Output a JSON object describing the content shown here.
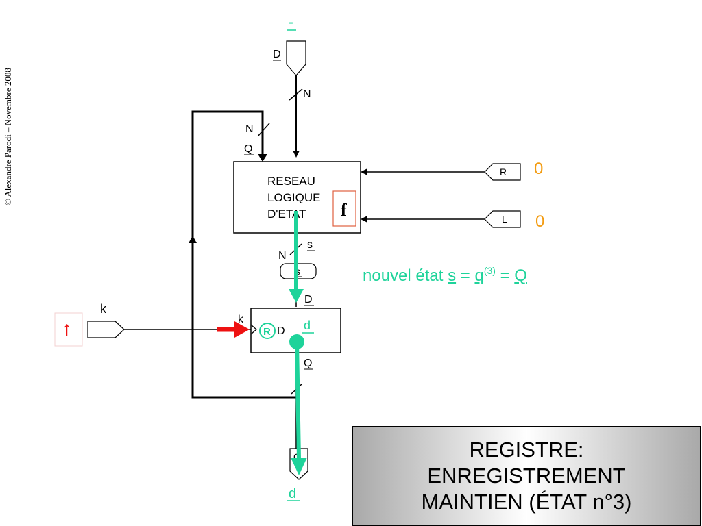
{
  "copyright": "© Alexandre Parodi – Novembre 2008",
  "inputs": {
    "top_bar_signal": "-",
    "d_bus_label": "D",
    "r_label": "R",
    "l_label": "L",
    "r_value": "0",
    "l_value": "0",
    "k_label": "k",
    "clock_edge_symbol": "↑"
  },
  "bus_labels": {
    "n_top": "N",
    "n_feedback": "N",
    "q_feedback": "Q",
    "n_output": "N",
    "s_output": "s",
    "s_tag": "s"
  },
  "logic_block": {
    "line1": "RESEAU",
    "line2": "LOGIQUE",
    "line3": "D'ETAT",
    "function_label": "f"
  },
  "register": {
    "d_input_label": "D",
    "k_label": "k",
    "r_symbol": "R",
    "d_inner_label": "D",
    "d_value": "d",
    "q_output_label": "Q"
  },
  "output": {
    "q_label": "Q",
    "d_value": "d"
  },
  "annotation": {
    "prefix": "nouvel état ",
    "s": "s",
    "eq1": " = ",
    "q": "q",
    "exp": "(3)",
    "eq2": " = ",
    "Q": "Q"
  },
  "title": {
    "line1": "REGISTRE:",
    "line2": "ENREGISTREMENT",
    "line3": "MAINTIEN (ÉTAT n°3)"
  },
  "colors": {
    "teal": "#1ed39a",
    "red": "#ee1111",
    "orange": "#f39c12",
    "fbox": "#e06040"
  }
}
